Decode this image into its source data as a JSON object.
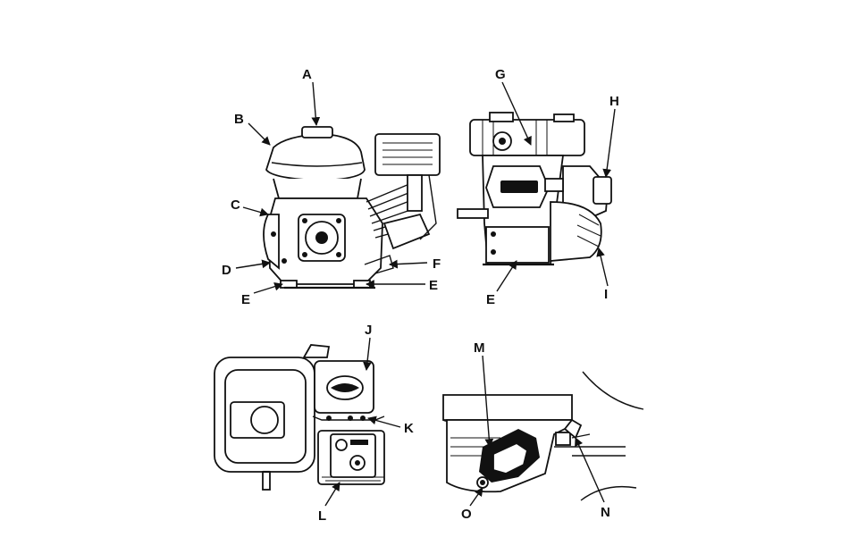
{
  "labels": {
    "A": "A",
    "B": "B",
    "C": "C",
    "D": "D",
    "E1": "E",
    "E2": "E",
    "F": "F",
    "G": "G",
    "H": "H",
    "E3": "E",
    "I": "I",
    "J": "J",
    "K": "K",
    "L": "L",
    "M": "M",
    "N": "N",
    "O": "O"
  }
}
